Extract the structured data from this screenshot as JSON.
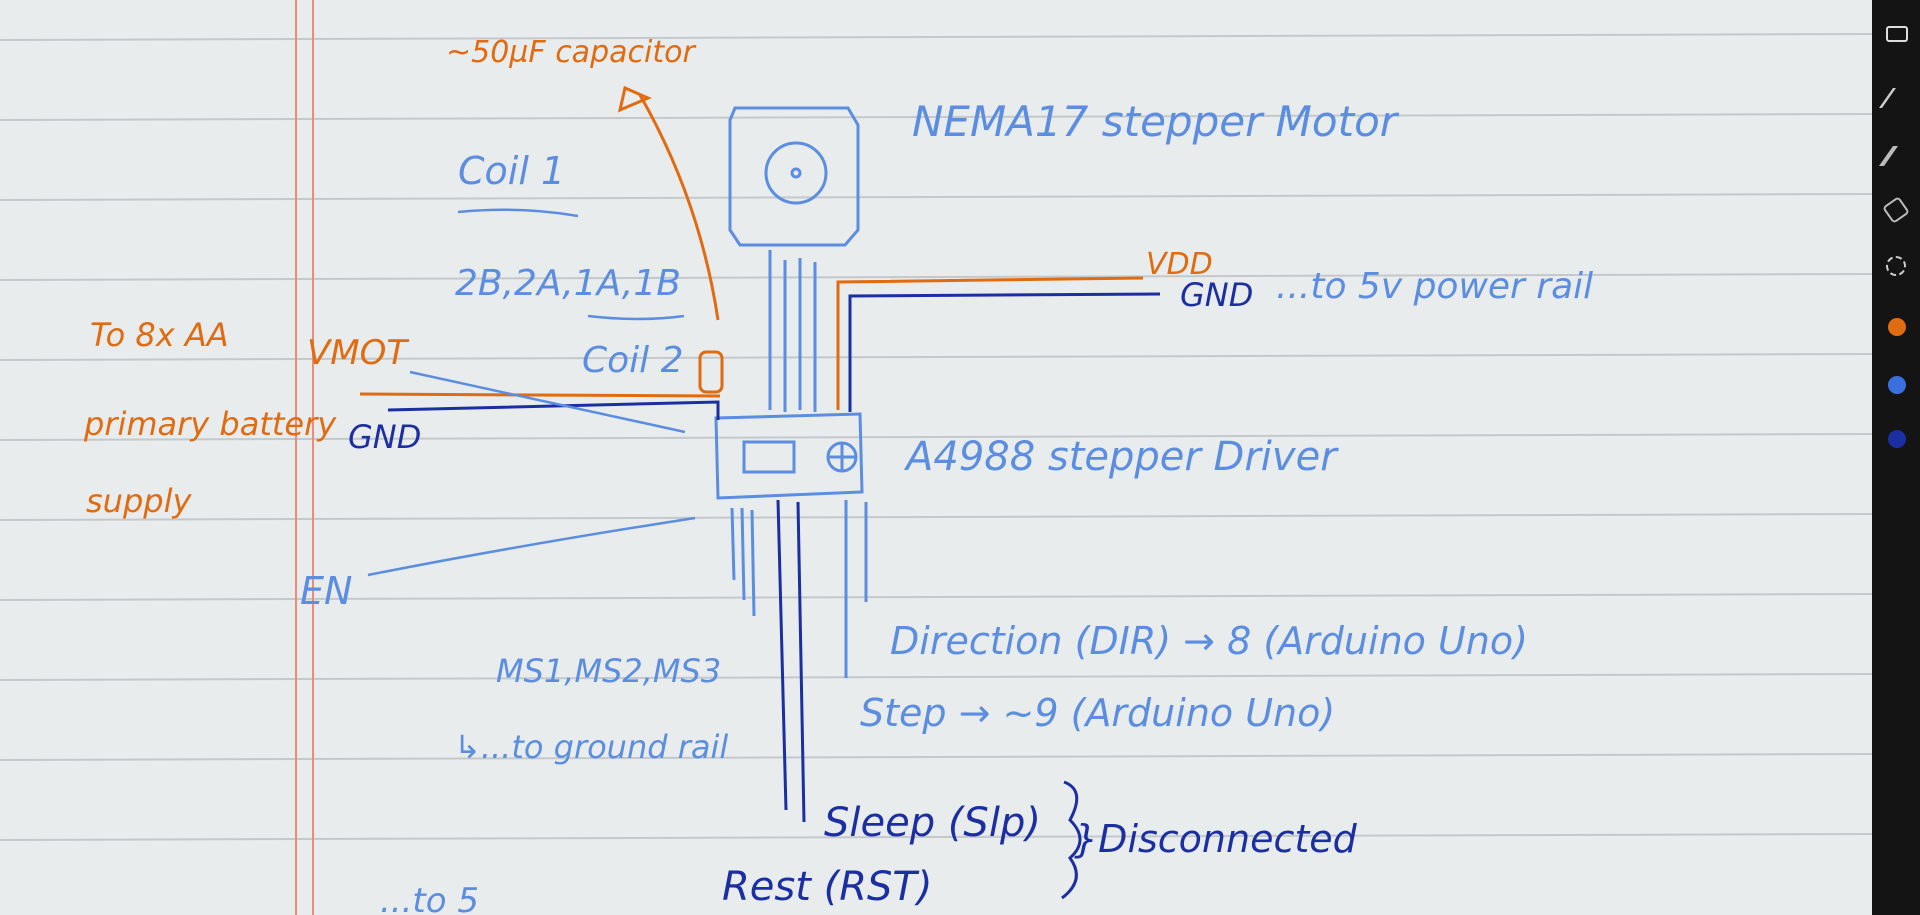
{
  "colors": {
    "paper": "#e9ecec",
    "rule_line": "#c4c8cb",
    "margin_line": "#ef8a7a",
    "orange_ink": "#e06b10",
    "light_blue_ink": "#5b8de0",
    "navy_ink": "#1b2fa3"
  },
  "labels": {
    "capacitor": "~50µF capacitor",
    "motor": "NEMA17 stepper Motor",
    "coil1": "Coil 1",
    "pins": "2B,2A,1A,1B",
    "coil2": "Coil 2",
    "vdd": "VDD",
    "gnd_right": "GND",
    "power_rail": "...to 5v power rail",
    "battery_line1": "To 8x AA",
    "battery_line2": "primary battery",
    "battery_line3": "supply",
    "vmot": "VMOT",
    "gnd_left": "GND",
    "driver": "A4988 stepper Driver",
    "en": "EN",
    "direction": "Direction (DIR) → 8 (Arduino Uno)",
    "ms": "MS1,MS2,MS3",
    "ground_rail": "↳...to ground rail",
    "step": "Step → ~9 (Arduino Uno)",
    "sleep": "Sleep (Slp)",
    "disconnected": "}Disconnected",
    "reset": "Rest (RST)",
    "bottom_partial": "...to 5"
  },
  "toolbar": {
    "icons": [
      "keyboard-icon",
      "pen-icon",
      "highlighter-icon",
      "eraser-icon",
      "lasso-icon"
    ],
    "swatches": [
      "#e06b10",
      "#3b6fe0",
      "#1b2fa3"
    ]
  }
}
